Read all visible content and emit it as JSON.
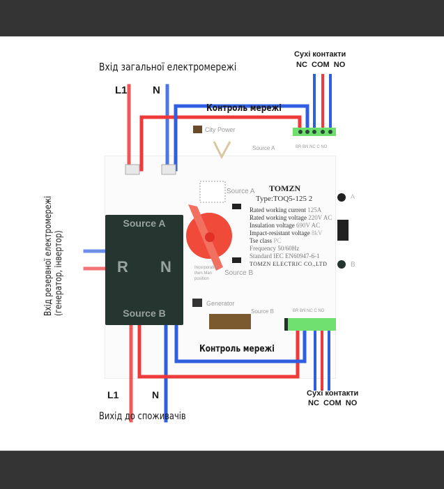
{
  "titles": {
    "mains_input": "Вхід загальної електромережі",
    "backup_input_line1": "Вхід резервної електромережі",
    "backup_input_line2": "(генератор, інвертор)",
    "output": "Вихід до споживачів",
    "network_control_top": "Контроль мережі",
    "network_control_bottom": "Контроль мережі"
  },
  "terminals": {
    "top_l1": "L1",
    "top_n": "N",
    "bottom_l1": "L1",
    "bottom_n": "N"
  },
  "dry_contacts": {
    "top": {
      "title": "Сухі контакти",
      "labels": "NC  COM  NO"
    },
    "bottom": {
      "title": "Сухі контакти",
      "labels": "NC  COM  NO"
    }
  },
  "device": {
    "brand": "TOMZN",
    "type": "Type:TOQ5-125  2",
    "block_source_a": "Source A",
    "block_source_b": "Source B",
    "block_r": "R",
    "block_n": "N",
    "city_power": "City Power",
    "generator": "Generator",
    "source_a_label": "Source A",
    "source_b_label": "Source B",
    "source_a_small": "Source A",
    "source_b_small": "Source B",
    "terminal_a_small": "BR BN NC C NO",
    "terminal_b_small": "BR BN NC C NO",
    "manual_note": "Incorporation then Man position",
    "indicator_a": "A",
    "indicator_b": "B",
    "specs": [
      {
        "name": "Rated working current",
        "value": "125A"
      },
      {
        "name": "Rated working voltage",
        "value": "220V AC"
      },
      {
        "name": "Insulation voltage",
        "value": "690V AC"
      },
      {
        "name": "Impact-resistant voltage",
        "value": "8kV"
      },
      {
        "name": "Tse class",
        "value": "PC"
      },
      {
        "name": "Frequency",
        "value": "50/60Hz"
      },
      {
        "name": "Standard",
        "value": "IEC EN60947-6-1"
      }
    ],
    "manufacturer": "TOMZN ELECTRIC CO.,LTD"
  },
  "colors": {
    "phase_wire": "#ee3a3a",
    "neutral_wire": "#2f5fe0",
    "block": "#253530",
    "knob": "#f04a3a",
    "terminal_block": "#6fe06f",
    "frame_bars": "#333333"
  }
}
